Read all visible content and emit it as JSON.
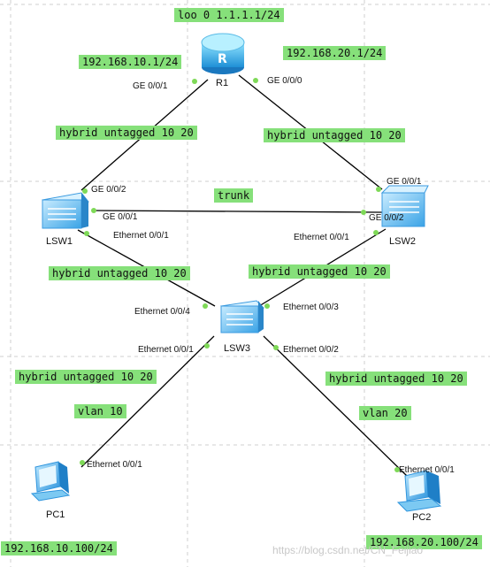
{
  "tags": {
    "loopback": "loo 0 1.1.1.1/24",
    "r1_left_ip": "192.168.10.1/24",
    "r1_right_ip": "192.168.20.1/24",
    "link_r1_lsw1": "hybrid untagged 10 20",
    "link_r1_lsw2": "hybrid untagged 10 20",
    "link_lsw1_lsw2": "trunk",
    "link_lsw1_lsw3": "hybrid untagged 10 20",
    "link_lsw2_lsw3": "hybrid untagged 10 20",
    "link_lsw3_pc1": "hybrid untagged 10 20",
    "link_lsw3_pc2": "hybrid untagged 10 20",
    "pc1_vlan": "vlan 10",
    "pc2_vlan": "vlan 20",
    "pc1_ip": "192.168.10.100/24",
    "pc2_ip": "192.168.20.100/24"
  },
  "devices": {
    "r1": "R1",
    "lsw1": "LSW1",
    "lsw2": "LSW2",
    "lsw3": "LSW3",
    "pc1": "PC1",
    "pc2": "PC2"
  },
  "ports": {
    "r1_ge001": "GE 0/0/1",
    "r1_ge000": "GE 0/0/0",
    "lsw1_ge002": "GE 0/0/2",
    "lsw1_ge001": "GE 0/0/1",
    "lsw1_eth001": "Ethernet 0/0/1",
    "lsw2_ge001": "GE 0/0/1",
    "lsw2_ge002": "GE 0/0/2",
    "lsw2_eth001": "Ethernet 0/0/1",
    "lsw3_eth004": "Ethernet 0/0/4",
    "lsw3_eth003": "Ethernet 0/0/3",
    "lsw3_eth001": "Ethernet 0/0/1",
    "lsw3_eth002": "Ethernet 0/0/2",
    "pc1_eth001": "Ethernet 0/0/1",
    "pc2_eth001": "Ethernet 0/0/1"
  },
  "watermark": "https://blog.csdn.net/CN_Feijiao",
  "colors": {
    "tag_bg": "#86e07a",
    "link": "#000000",
    "port_dot": "#7ed957",
    "grid": "#c9c9c9"
  }
}
